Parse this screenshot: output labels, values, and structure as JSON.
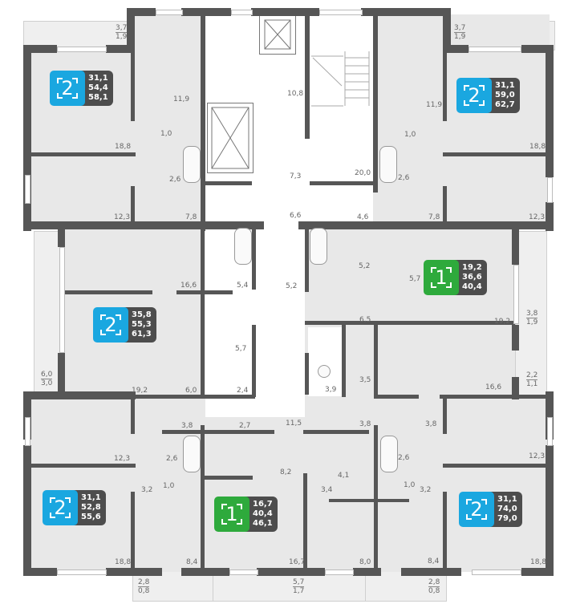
{
  "colors": {
    "two_room": "#1aa7e0",
    "one_room": "#2eaa3c",
    "wall": "#565656",
    "area_badge": "#4d4d4d"
  },
  "apartments": [
    {
      "rooms": "2",
      "living": "31,1",
      "total": "54,4",
      "with_balcony": "58,1"
    },
    {
      "rooms": "2",
      "living": "31,1",
      "total": "59,0",
      "with_balcony": "62,7"
    },
    {
      "rooms": "1",
      "living": "19,2",
      "total": "36,6",
      "with_balcony": "40,4"
    },
    {
      "rooms": "2",
      "living": "35,8",
      "total": "55,3",
      "with_balcony": "61,3"
    },
    {
      "rooms": "2",
      "living": "31,1",
      "total": "52,8",
      "with_balcony": "55,6"
    },
    {
      "rooms": "1",
      "living": "16,7",
      "total": "40,4",
      "with_balcony": "46,1"
    },
    {
      "rooms": "2",
      "living": "31,1",
      "total": "74,0",
      "with_balcony": "79,0"
    }
  ],
  "room_areas": [
    "11,9",
    "1,0",
    "18,8",
    "2,6",
    "12,3",
    "7,8",
    "10,8",
    "20,0",
    "7,3",
    "6,6",
    "4,6",
    "11,9",
    "1,0",
    "18,8",
    "2,6",
    "7,8",
    "12,3",
    "16,6",
    "5,4",
    "5,2",
    "5,2",
    "5,7",
    "5,7",
    "6,5",
    "19,2",
    "19,2",
    "6,0",
    "2,4",
    "3,9",
    "3,5",
    "16,6",
    "3,8",
    "2,7",
    "11,5",
    "3,8",
    "3,8",
    "2,6",
    "12,3",
    "1,0",
    "3,2",
    "8,2",
    "4,1",
    "3,4",
    "2,6",
    "1,0",
    "3,2",
    "12,3",
    "18,8",
    "8,4",
    "16,7",
    "8,0",
    "8,4",
    "18,8"
  ],
  "balconies": [
    {
      "total": "3,7",
      "reduced": "1,9"
    },
    {
      "total": "3,7",
      "reduced": "1,9"
    },
    {
      "total": "3,8",
      "reduced": "1,9"
    },
    {
      "total": "6,0",
      "reduced": "3,0"
    },
    {
      "total": "2,2",
      "reduced": "1,1"
    },
    {
      "total": "2,8",
      "reduced": "0,8"
    },
    {
      "total": "5,7",
      "reduced": "1,7"
    },
    {
      "total": "2,8",
      "reduced": "0,8"
    }
  ]
}
